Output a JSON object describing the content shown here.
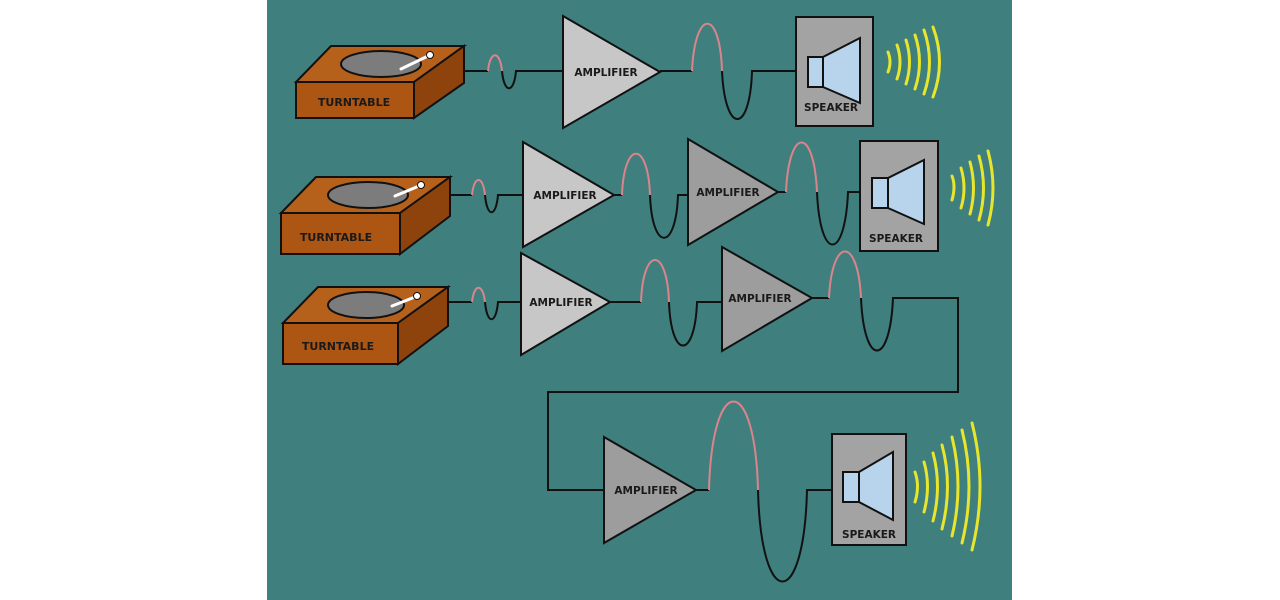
{
  "colors": {
    "background": "#ffffff",
    "panel": "#3f7f7e",
    "turntable_top": "#b5611c",
    "turntable_front": "#ad5512",
    "turntable_side": "#8e430c",
    "record": "#7c7c7c",
    "amplifier_light": "#c7c7c7",
    "amplifier_dark": "#9d9d9d",
    "speaker_box": "#a3a3a3",
    "speaker_cone": "#b8d4ec",
    "wave_positive": "#d9858b",
    "wave_negative": "#111111",
    "sound_waves": "#e8e62c",
    "wire": "#111111"
  },
  "labels": {
    "turntable": "TURNTABLE",
    "amplifier": "AMPLIFIER",
    "speaker": "SPEAKER"
  },
  "chains": [
    {
      "turntables": 1,
      "amplifiers": 1,
      "speakers": 1
    },
    {
      "turntables": 1,
      "amplifiers": 2,
      "speakers": 1
    },
    {
      "turntables": 1,
      "amplifiers": 3,
      "speakers": 1
    }
  ]
}
